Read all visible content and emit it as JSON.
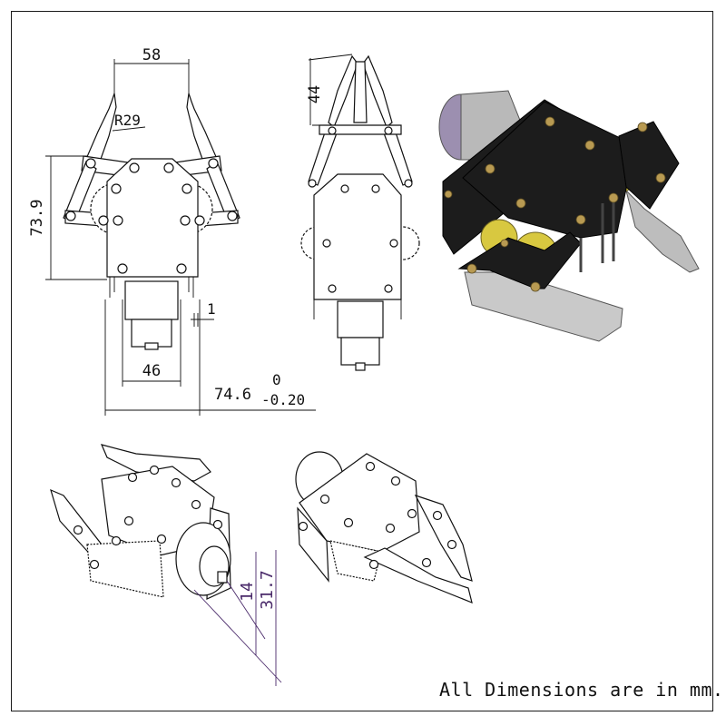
{
  "front_view": {
    "dim_width_top": "58",
    "dim_radius": "R29",
    "dim_height": "73.9",
    "dim_motor_offset": "1",
    "dim_motor_width": "46",
    "dim_total_width": "74.6",
    "tol_upper": "0",
    "tol_lower": "-0.20"
  },
  "side_view": {
    "dim_jaw_length": "44"
  },
  "iso_view": {
    "dim_a": "14",
    "dim_b": "31.7"
  },
  "note": "All Dimensions are in mm.",
  "colors": {
    "plate_black": "#1c1c1c",
    "gear_yellow": "#d8c840",
    "aluminium": "#c9c9c9",
    "brass": "#b89a52",
    "motor_purple": "#9c8fb0",
    "dim_purple": "#4a2a6a"
  }
}
